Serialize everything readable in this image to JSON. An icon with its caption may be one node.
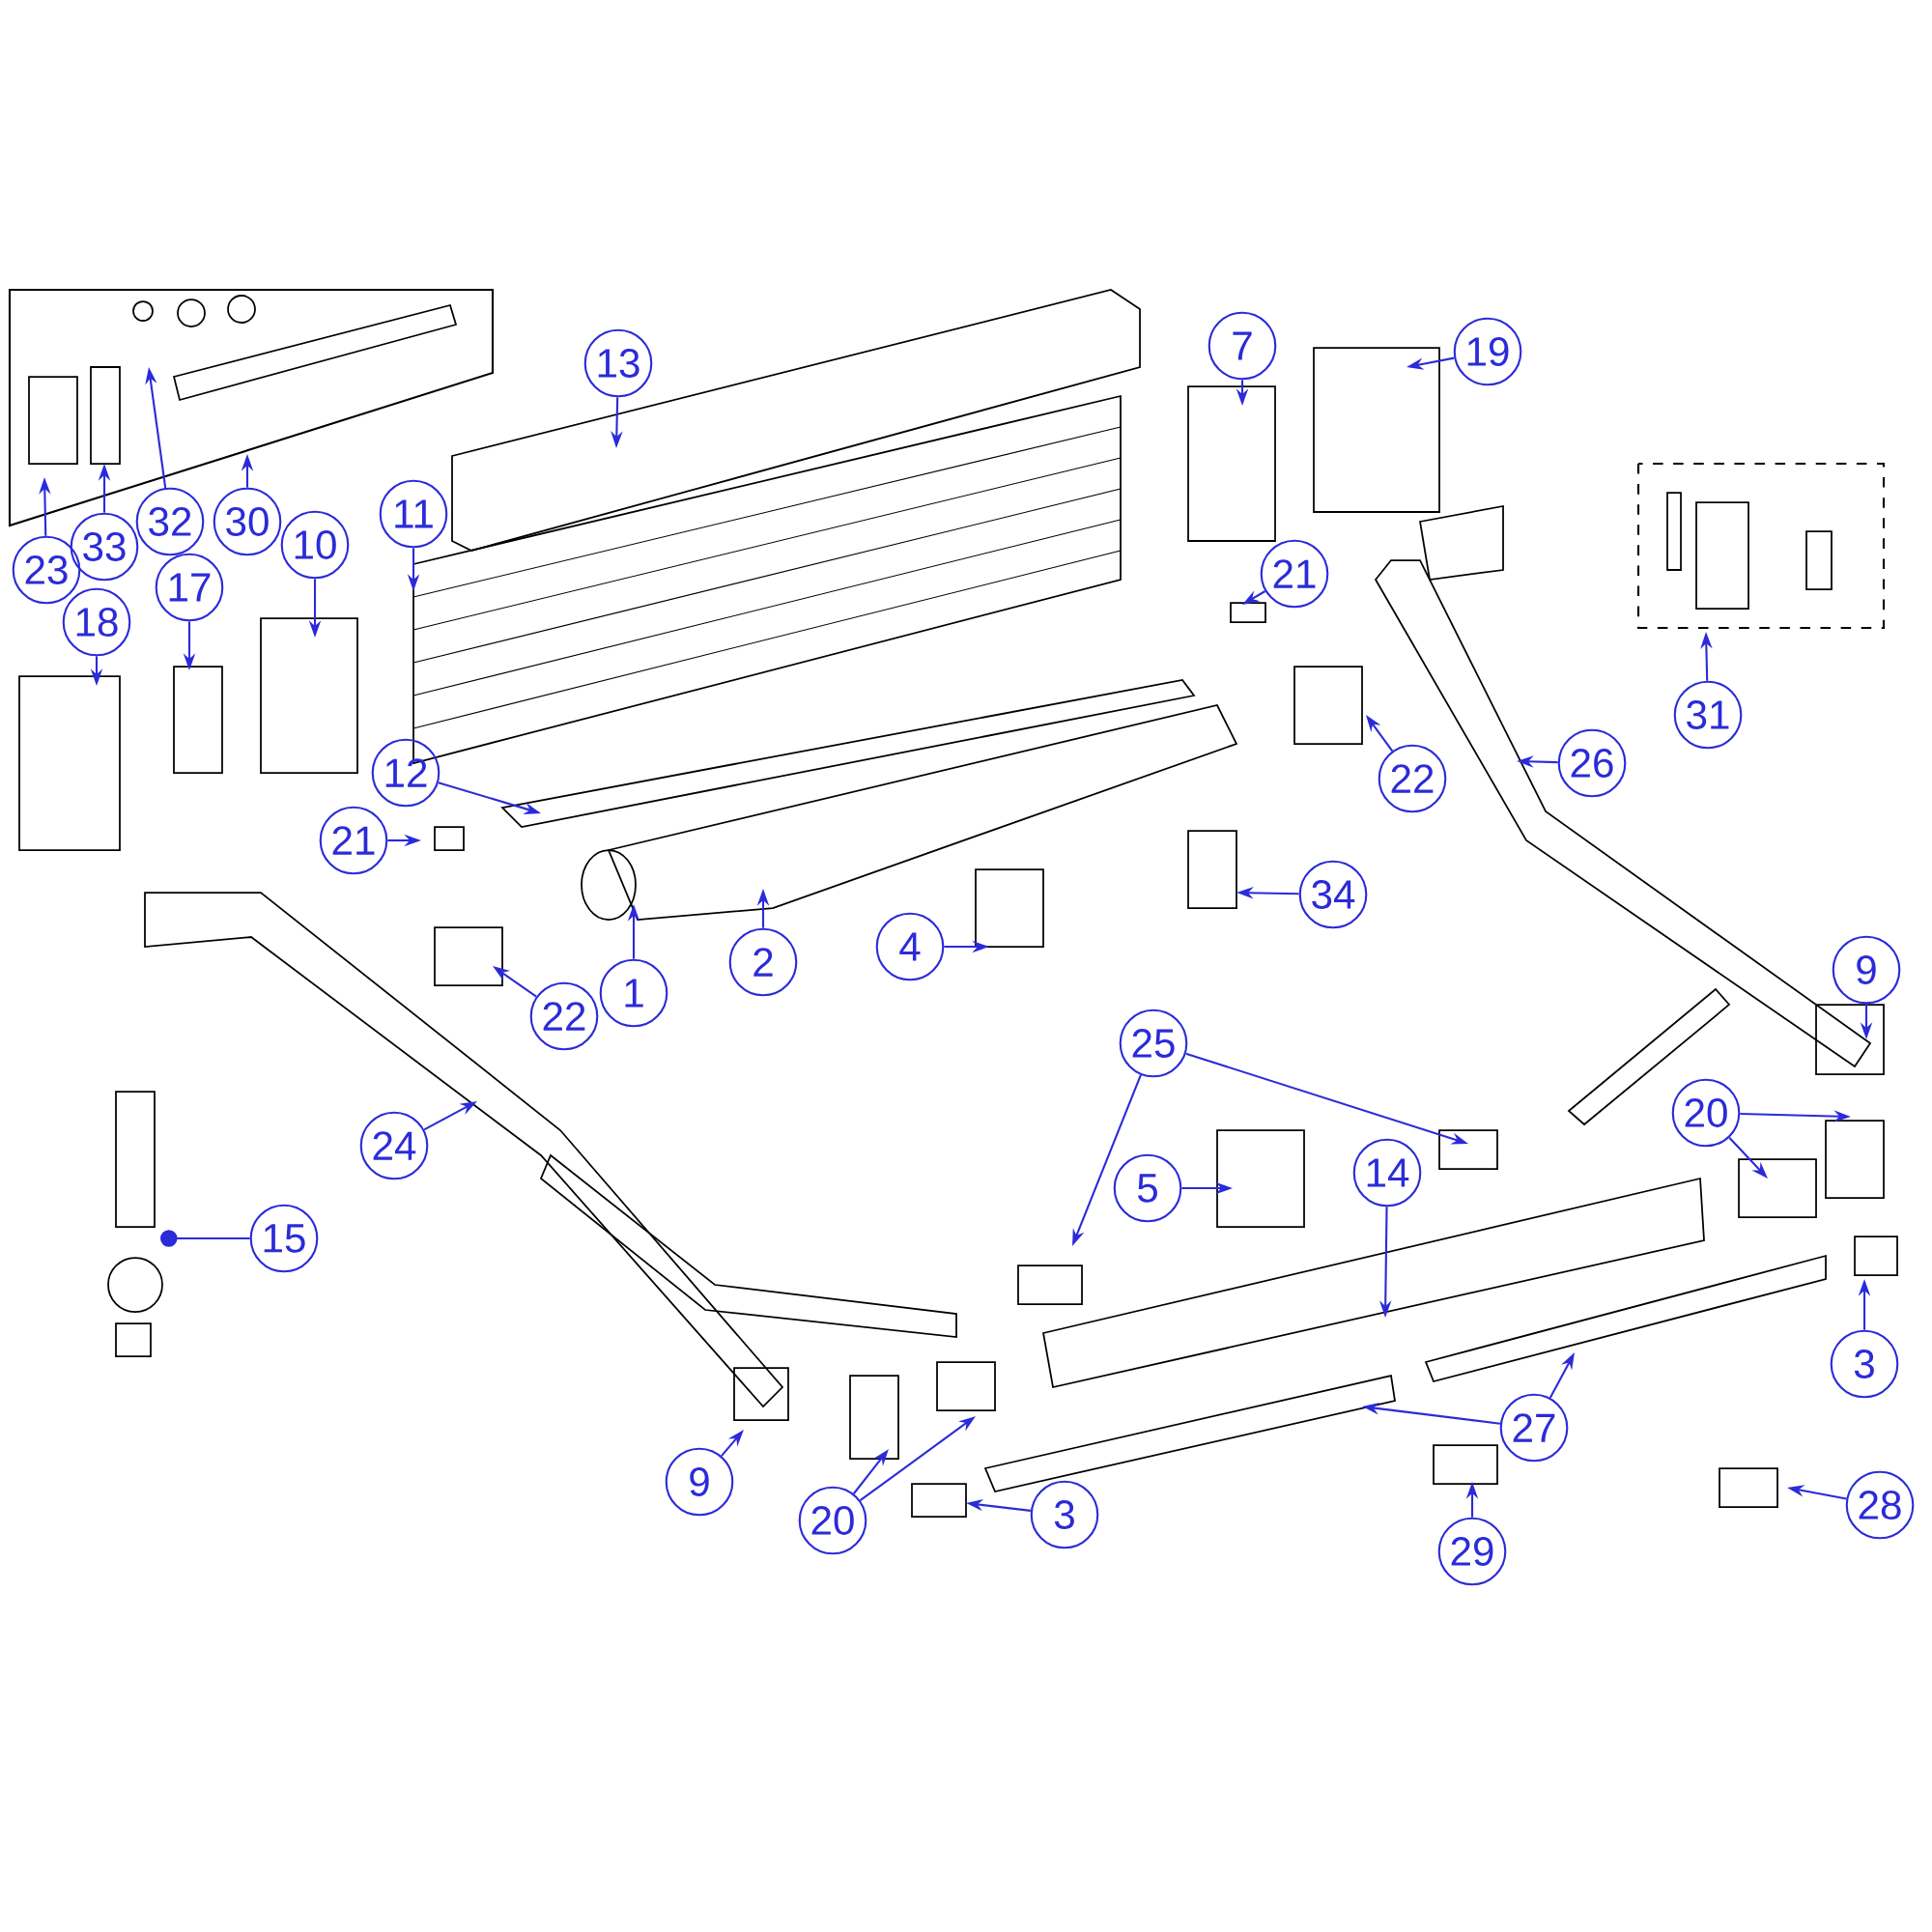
{
  "diagram": {
    "nodes": [
      {
        "text": [
          "13"
        ]
      },
      {
        "text": [
          "7"
        ]
      },
      {
        "text": [
          "19"
        ]
      },
      {
        "text": [
          "11"
        ]
      },
      {
        "text": [
          "32"
        ]
      },
      {
        "text": [
          "30"
        ]
      },
      {
        "text": [
          "10"
        ]
      },
      {
        "text": [
          "33"
        ]
      },
      {
        "text": [
          "23"
        ]
      },
      {
        "text": [
          "17"
        ]
      },
      {
        "text": [
          "18"
        ]
      },
      {
        "text": [
          "21"
        ]
      },
      {
        "text": [
          "31"
        ]
      },
      {
        "text": [
          "26"
        ]
      },
      {
        "text": [
          "22"
        ]
      },
      {
        "text": [
          "12"
        ]
      },
      {
        "text": [
          "21"
        ]
      },
      {
        "text": [
          "34"
        ]
      },
      {
        "text": [
          "4"
        ]
      },
      {
        "text": [
          "1"
        ]
      },
      {
        "text": [
          "2"
        ]
      },
      {
        "text": [
          "9"
        ]
      },
      {
        "text": [
          "22"
        ]
      },
      {
        "text": [
          "25"
        ]
      },
      {
        "text": [
          "20"
        ]
      },
      {
        "text": [
          "24"
        ]
      },
      {
        "text": [
          "5"
        ]
      },
      {
        "text": [
          "14"
        ]
      },
      {
        "text": [
          "15"
        ]
      },
      {
        "text": [
          "3"
        ]
      },
      {
        "text": [
          "27"
        ]
      },
      {
        "text": [
          "9"
        ]
      },
      {
        "text": [
          "20"
        ]
      },
      {
        "text": [
          "3"
        ]
      },
      {
        "text": [
          "29"
        ]
      },
      {
        "text": [
          "28"
        ]
      }
    ],
    "edges": [
      {
        "from": 0,
        "to": null,
        "arrow": "to"
      },
      {
        "from": 1,
        "to": null,
        "arrow": "to"
      },
      {
        "from": 2,
        "to": null,
        "arrow": "to"
      },
      {
        "from": 3,
        "to": null,
        "arrow": "to"
      },
      {
        "from": 4,
        "to": null,
        "arrow": "to"
      },
      {
        "from": 5,
        "to": null,
        "arrow": "to"
      },
      {
        "from": 6,
        "to": null,
        "arrow": "to"
      },
      {
        "from": 7,
        "to": null,
        "arrow": "to"
      },
      {
        "from": 8,
        "to": null,
        "arrow": "to"
      },
      {
        "from": 9,
        "to": null,
        "arrow": "to"
      },
      {
        "from": 10,
        "to": null,
        "arrow": "to"
      },
      {
        "from": 11,
        "to": null,
        "arrow": "to"
      },
      {
        "from": 12,
        "to": null,
        "arrow": "to"
      },
      {
        "from": 13,
        "to": null,
        "arrow": "to"
      },
      {
        "from": 14,
        "to": null,
        "arrow": "to"
      },
      {
        "from": 15,
        "to": null,
        "arrow": "to"
      },
      {
        "from": 16,
        "to": null,
        "arrow": "to"
      },
      {
        "from": 17,
        "to": null,
        "arrow": "to"
      },
      {
        "from": 18,
        "to": null,
        "arrow": "to"
      },
      {
        "from": 19,
        "to": null,
        "arrow": "to"
      },
      {
        "from": 20,
        "to": null,
        "arrow": "to"
      },
      {
        "from": 21,
        "to": null,
        "arrow": "to"
      },
      {
        "from": 22,
        "to": null,
        "arrow": "to"
      },
      {
        "from": 23,
        "to": null,
        "arrow": "to"
      },
      {
        "from": 23,
        "to": null,
        "arrow": "to"
      },
      {
        "from": 24,
        "to": null,
        "arrow": "to"
      },
      {
        "from": 24,
        "to": null,
        "arrow": "to"
      },
      {
        "from": 25,
        "to": null,
        "arrow": "to"
      },
      {
        "from": 26,
        "to": null,
        "arrow": "to"
      },
      {
        "from": 27,
        "to": null,
        "arrow": "to"
      },
      {
        "from": 28,
        "to": null,
        "arrow": "other"
      },
      {
        "from": 29,
        "to": null,
        "arrow": "to"
      },
      {
        "from": 30,
        "to": null,
        "arrow": "to"
      },
      {
        "from": 30,
        "to": null,
        "arrow": "to"
      },
      {
        "from": 31,
        "to": null,
        "arrow": "to"
      },
      {
        "from": 32,
        "to": null,
        "arrow": "to"
      },
      {
        "from": 32,
        "to": null,
        "arrow": "to"
      },
      {
        "from": 33,
        "to": null,
        "arrow": "to"
      },
      {
        "from": 34,
        "to": null,
        "arrow": "to"
      },
      {
        "from": 35,
        "to": null,
        "arrow": "to"
      }
    ]
  }
}
